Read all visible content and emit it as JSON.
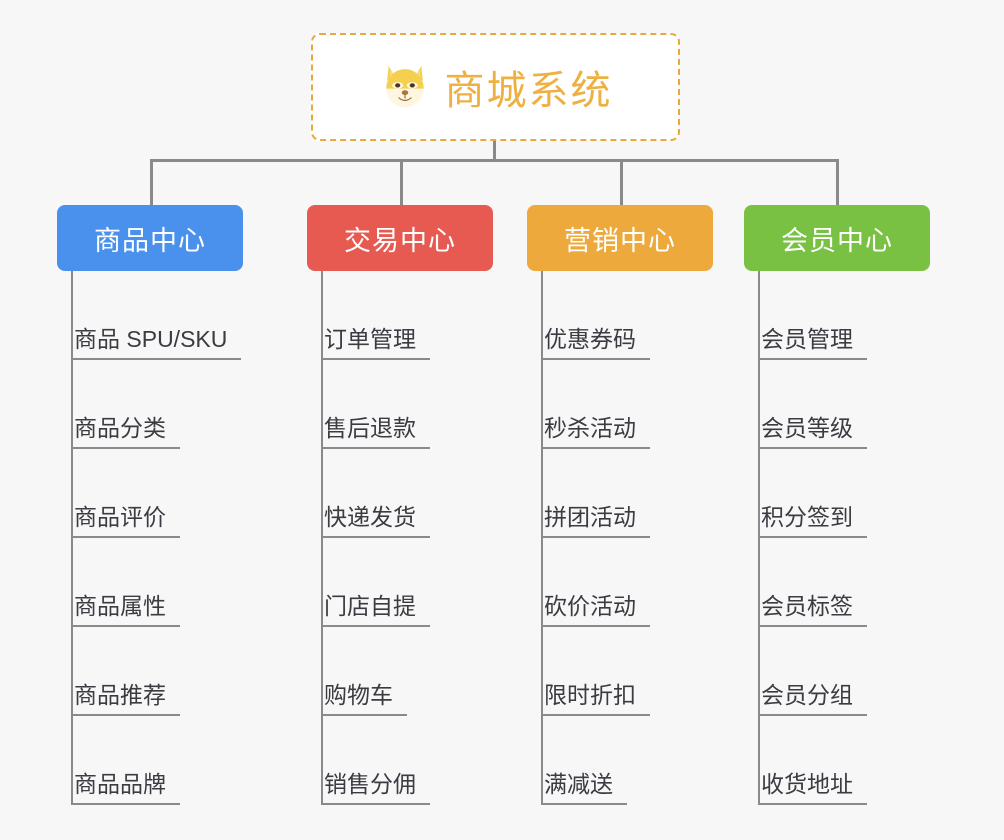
{
  "root": {
    "title": "商城系统",
    "icon": "shiba-dog-face-icon",
    "border_color": "#e8a93a",
    "text_color": "#eeb040",
    "background": "#ffffff"
  },
  "canvas": {
    "background": "#f7f7f7",
    "connector_color": "#8a8a8a"
  },
  "columns": [
    {
      "header": "商品中心",
      "color": "#4a90ed",
      "items": [
        "商品 SPU/SKU",
        "商品分类",
        "商品评价",
        "商品属性",
        "商品推荐",
        "商品品牌"
      ]
    },
    {
      "header": "交易中心",
      "color": "#e65a52",
      "items": [
        "订单管理",
        "售后退款",
        "快递发货",
        "门店自提",
        "购物车",
        "销售分佣"
      ]
    },
    {
      "header": "营销中心",
      "color": "#eda93c",
      "items": [
        "优惠券码",
        "秒杀活动",
        "拼团活动",
        "砍价活动",
        "限时折扣",
        "满减送"
      ]
    },
    {
      "header": "会员中心",
      "color": "#78c142",
      "items": [
        "会员管理",
        "会员等级",
        "积分签到",
        "会员标签",
        "会员分组",
        "收货地址"
      ]
    }
  ]
}
